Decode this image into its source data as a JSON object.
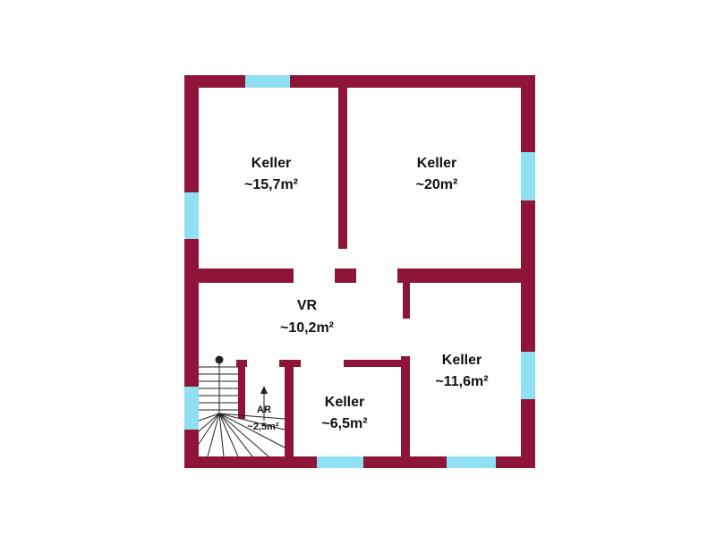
{
  "plan": {
    "colors": {
      "wall": "#8e1537",
      "window": "#8fe0f2",
      "stair": "#222222"
    },
    "rooms": [
      {
        "id": "keller_a",
        "name": "Keller",
        "area": "~15,7m²"
      },
      {
        "id": "keller_b",
        "name": "Keller",
        "area": "~20m²"
      },
      {
        "id": "vr",
        "name": "VR",
        "area": "~10,2m²"
      },
      {
        "id": "keller_c",
        "name": "Keller",
        "area": "~11,6m²"
      },
      {
        "id": "keller_d",
        "name": "Keller",
        "area": "~6,5m²"
      },
      {
        "id": "ar",
        "name": "AR",
        "area": "~2,5m²"
      }
    ]
  }
}
